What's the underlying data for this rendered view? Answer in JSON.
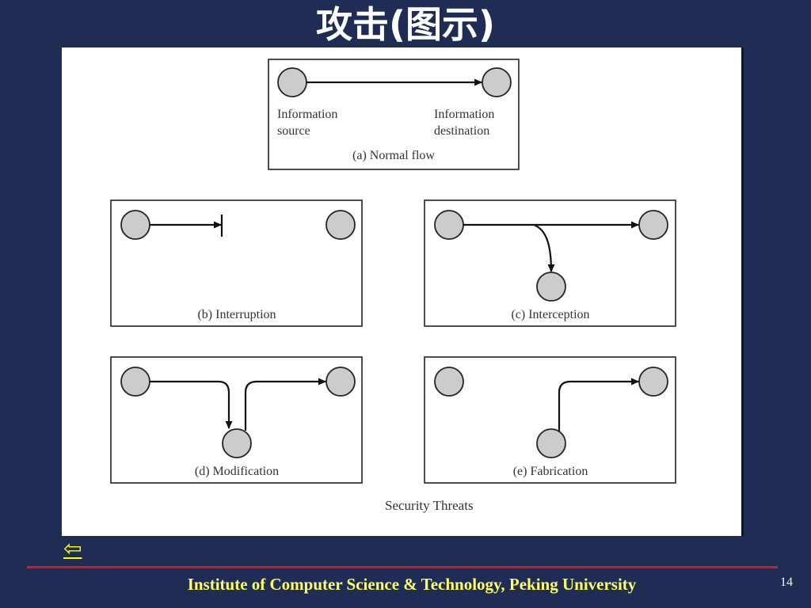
{
  "slide": {
    "title": "攻击(图示)",
    "back_link_glyph": "⇦",
    "footer": "Institute of Computer Science & Technology,  Peking University",
    "page_number": "14"
  },
  "diagram": {
    "caption": "Security Threats",
    "panels": {
      "normal": {
        "label": "(a) Normal flow",
        "source_line1": "Information",
        "source_line2": "source",
        "dest_line1": "Information",
        "dest_line2": "destination"
      },
      "interruption": {
        "label": "(b) Interruption"
      },
      "interception": {
        "label": "(c) Interception"
      },
      "modification": {
        "label": "(d) Modification"
      },
      "fabrication": {
        "label": "(e) Fabrication"
      }
    }
  },
  "colors": {
    "background": "#1f2d55",
    "title": "#ffffff",
    "footer_text": "#ffff66",
    "footer_rule": "#d41a1a",
    "back_link": "#ffff00",
    "node_fill": "#cccccc"
  }
}
